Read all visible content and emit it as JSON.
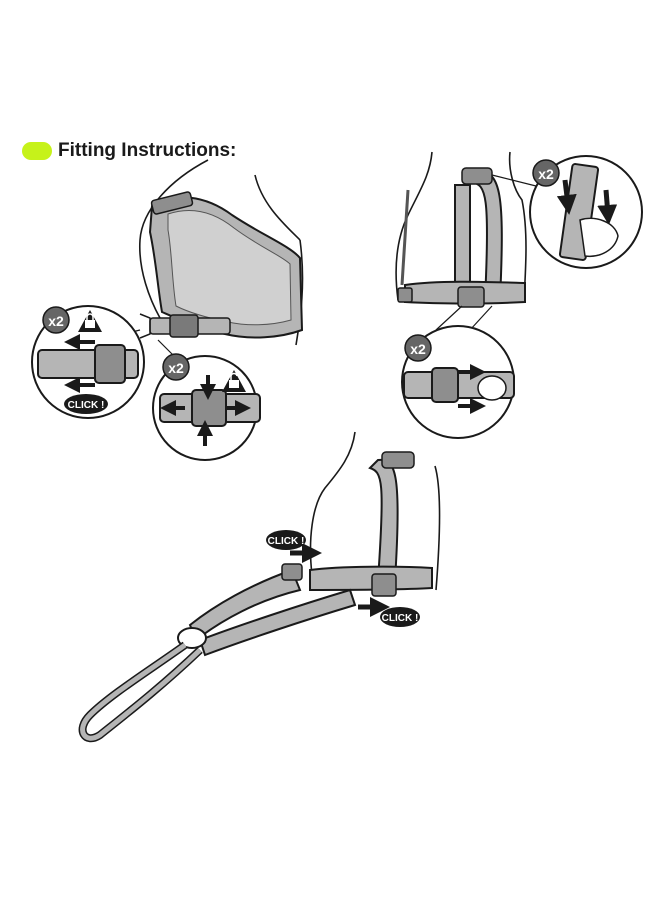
{
  "heading": {
    "text": "Fitting Instructions:"
  },
  "colors": {
    "accent": "#c6f21a",
    "strap": "#b5b5b5",
    "strap_dark": "#8e8e8e",
    "outline": "#1a1a1a",
    "buckle": "#9a9a9a"
  },
  "badges": {
    "times_two": "x2"
  },
  "callouts": {
    "click": "CLICK !"
  },
  "icons": [
    "lock-icon",
    "unlock-icon",
    "arrow-icon",
    "hand-icon"
  ]
}
